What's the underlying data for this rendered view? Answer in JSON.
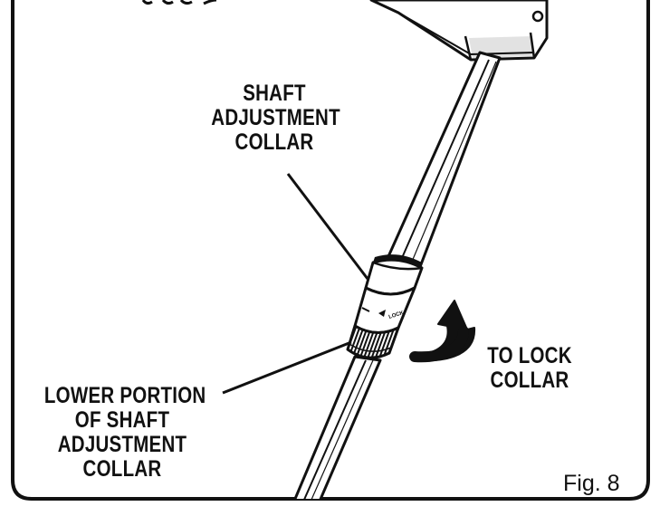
{
  "labels": {
    "shaft_collar": [
      "SHAFT",
      "ADJUSTMENT",
      "COLLAR"
    ],
    "lower_portion": [
      "LOWER PORTION",
      "OF SHAFT",
      "ADJUSTMENT",
      "COLLAR"
    ],
    "to_lock": [
      "TO LOCK",
      "COLLAR"
    ],
    "lock_marking": "LOCK",
    "figure_number": "Fig. 8"
  },
  "colors": {
    "ink": "#111111",
    "paper": "#ffffff"
  }
}
